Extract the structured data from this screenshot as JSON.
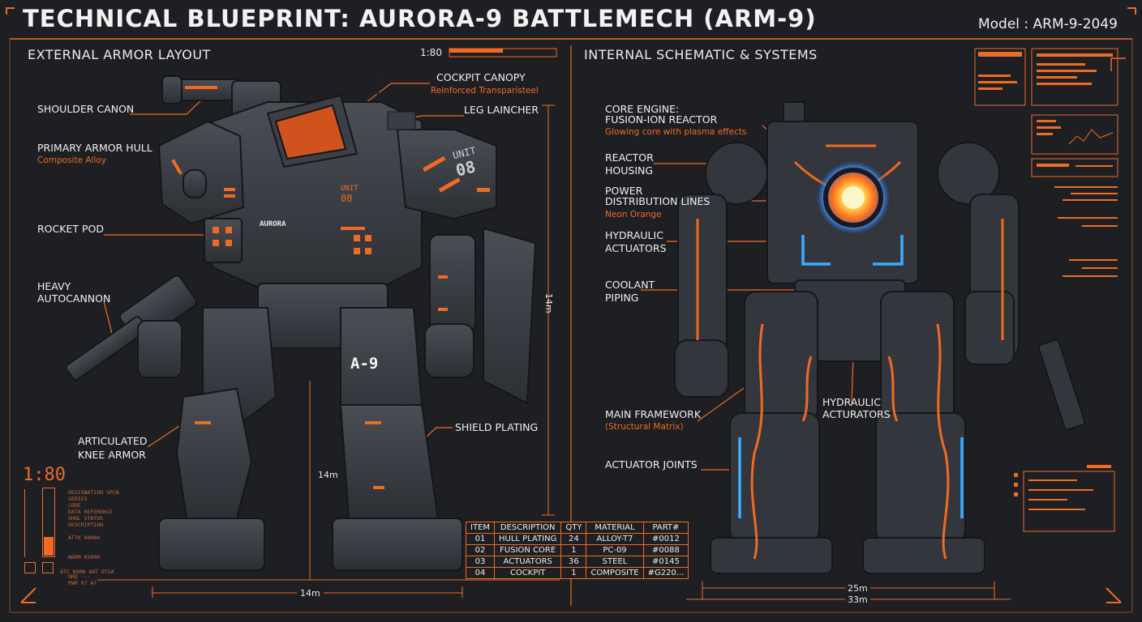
{
  "header": {
    "title": "TECHNICAL BLUEPRINT:  AURORA-9 BATTLEMECH (ARM-9)",
    "model": "Model : ARM-9-2049"
  },
  "colors": {
    "accent": "#ee6b24",
    "background": "#1e1f23",
    "armor": "#3a3d43",
    "core_glow": "#ffd23a",
    "coolant": "#3aaeff"
  },
  "left_panel": {
    "heading": "EXTERNAL ARMOR LAYOUT",
    "scale_label": "1:80",
    "labels": {
      "shoulder_canon": "SHOULDER CANON",
      "primary_armor_hull": "PRIMARY ARMOR HULL",
      "primary_armor_hull_sub": "Composite Alloy",
      "rocket_pod": "ROCKET POD",
      "heavy_autocannon_1": "HEAVY",
      "heavy_autocannon_2": "AUTOCANNON",
      "articulated_knee_1": "ARTICULATED",
      "articulated_knee_2": "KNEE ARMOR",
      "cockpit_canopy": "COCKPIT CANOPY",
      "cockpit_canopy_sub": "Reinforced Transparisteel",
      "leg_launcher": "LEG LAINCHER",
      "shield_plating": "SHIELD PLATING"
    },
    "mech_markings": {
      "aurora": "AURORA",
      "unit_a": "UNIT",
      "unit_a_num": "08",
      "unit_b": "UNIT",
      "unit_b_num": "08",
      "leg": "A-9"
    },
    "dimensions": {
      "height_right": "14m",
      "height_inner": "14m",
      "width_bottom": "14m"
    },
    "gauge": {
      "scale": "1:80",
      "text_lines": "DESIGNATION SPCN\nSERIES\nCODE\nDATA REFERENCE\nSHOL STATUS\nDESCRIPTION\n\nATTK 80080\n\n\nNORM 02000\n\n\nGRD ---\nPWR 97 A7",
      "footer": "ATC NOMA ANT OTSA",
      "fill_fraction": 0.28
    }
  },
  "parts_table": {
    "headers": [
      "ITEM",
      "DESCRIPTION",
      "QTY",
      "MATERIAL",
      "PART#"
    ],
    "rows": [
      [
        "01",
        "HULL PLATING",
        "24",
        "ALLOY-T7",
        "#0012"
      ],
      [
        "02",
        "FUSION CORE",
        "1",
        "PC-09",
        "#0088"
      ],
      [
        "03",
        "ACTUATORS",
        "36",
        "STEEL",
        "#0145"
      ],
      [
        "04",
        "COCKPIT",
        "1",
        "COMPOSITE",
        "#G220..."
      ]
    ]
  },
  "right_panel": {
    "heading": "INTERNAL SCHEMATIC & SYSTEMS",
    "labels": {
      "core_engine_1": "CORE ENGINE:",
      "core_engine_2": "FUSION-ION REACTOR",
      "core_engine_sub": "Glowing core with plasma effects",
      "reactor_housing_1": "REACTOR",
      "reactor_housing_2": "HOUSING",
      "power_lines_1": "POWER",
      "power_lines_2": "DISTRIBUTION LINES",
      "power_lines_sub": "Neon Orange",
      "hydraulic_1": "HYDRAULIC",
      "hydraulic_2": "ACTUATORS",
      "coolant_1": "COOLANT",
      "coolant_2": "PIPING",
      "main_framework": "MAIN FRAMEWORK",
      "main_framework_sub": "(Structural Matrix)",
      "hydraulic_b_1": "HYDRAULIC",
      "hydraulic_b_2": "ACTURATORS",
      "actuator_joints": "ACTUATOR JOINTS"
    },
    "dimensions": {
      "inner_width": "25m",
      "outer_width": "33m"
    }
  }
}
